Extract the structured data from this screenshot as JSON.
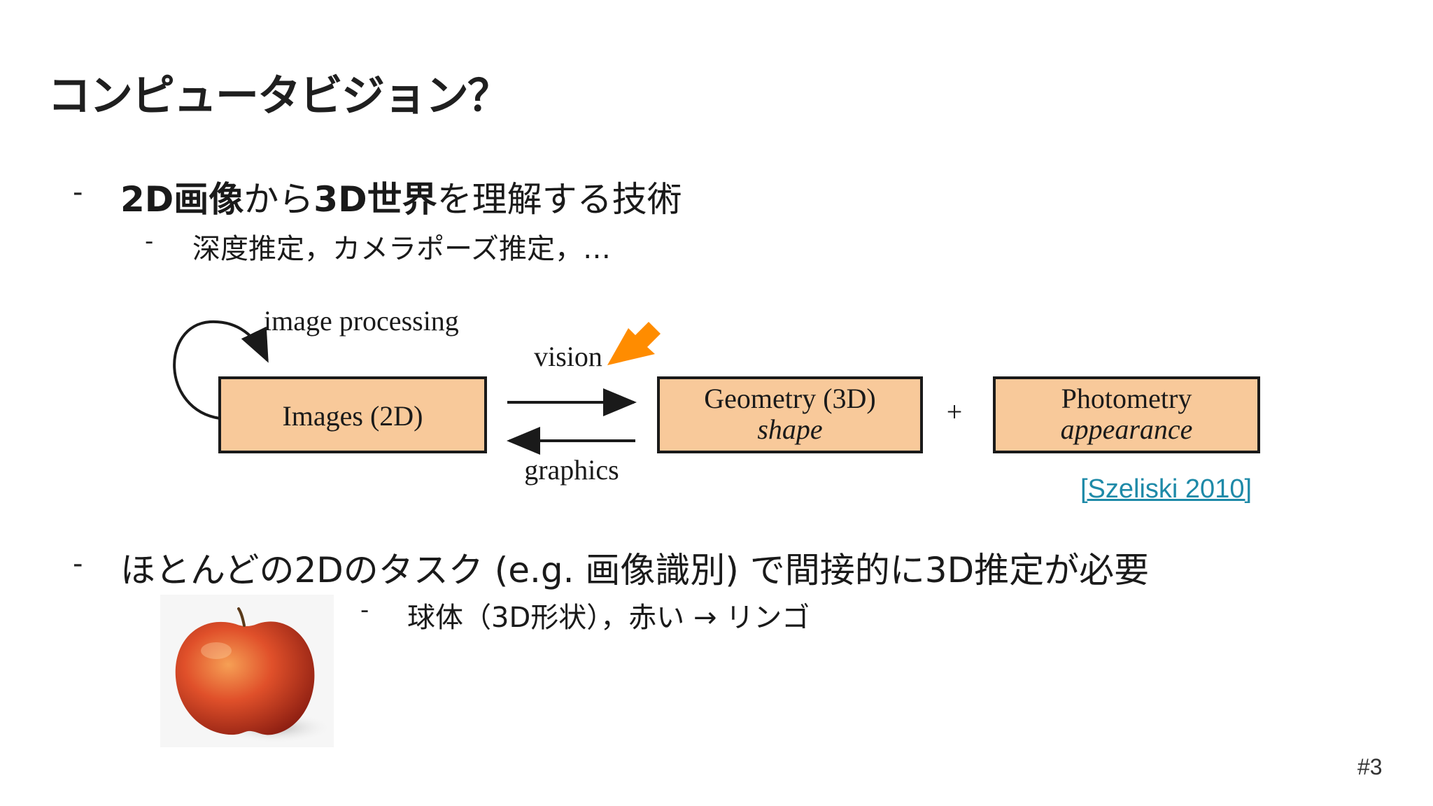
{
  "title": "コンピュータビジョン？",
  "dash": "-",
  "bullet1": {
    "part1_bold": "2D画像",
    "part2": "から",
    "part3_bold": "3D世界",
    "part4": "を理解する技術"
  },
  "sub1": "深度推定，カメラポーズ推定，…",
  "diagram": {
    "loop_label": "image processing",
    "images_label": "Images (2D)",
    "vision_label": "vision",
    "graphics_label": "graphics",
    "geometry_label": "Geometry (3D)",
    "geometry_sub": "shape",
    "plus": "+",
    "photometry_label": "Photometry",
    "photometry_sub": "appearance",
    "box_fill": "#f8c99a",
    "pointer_color": "#ff8c00"
  },
  "citation": "[Szeliski 2010]",
  "bullet2": "ほとんどの2Dのタスク (e.g. 画像識別) で間接的に3D推定が必要",
  "sub2": "球体（3D形状），赤い → リンゴ",
  "page_number": "#3"
}
